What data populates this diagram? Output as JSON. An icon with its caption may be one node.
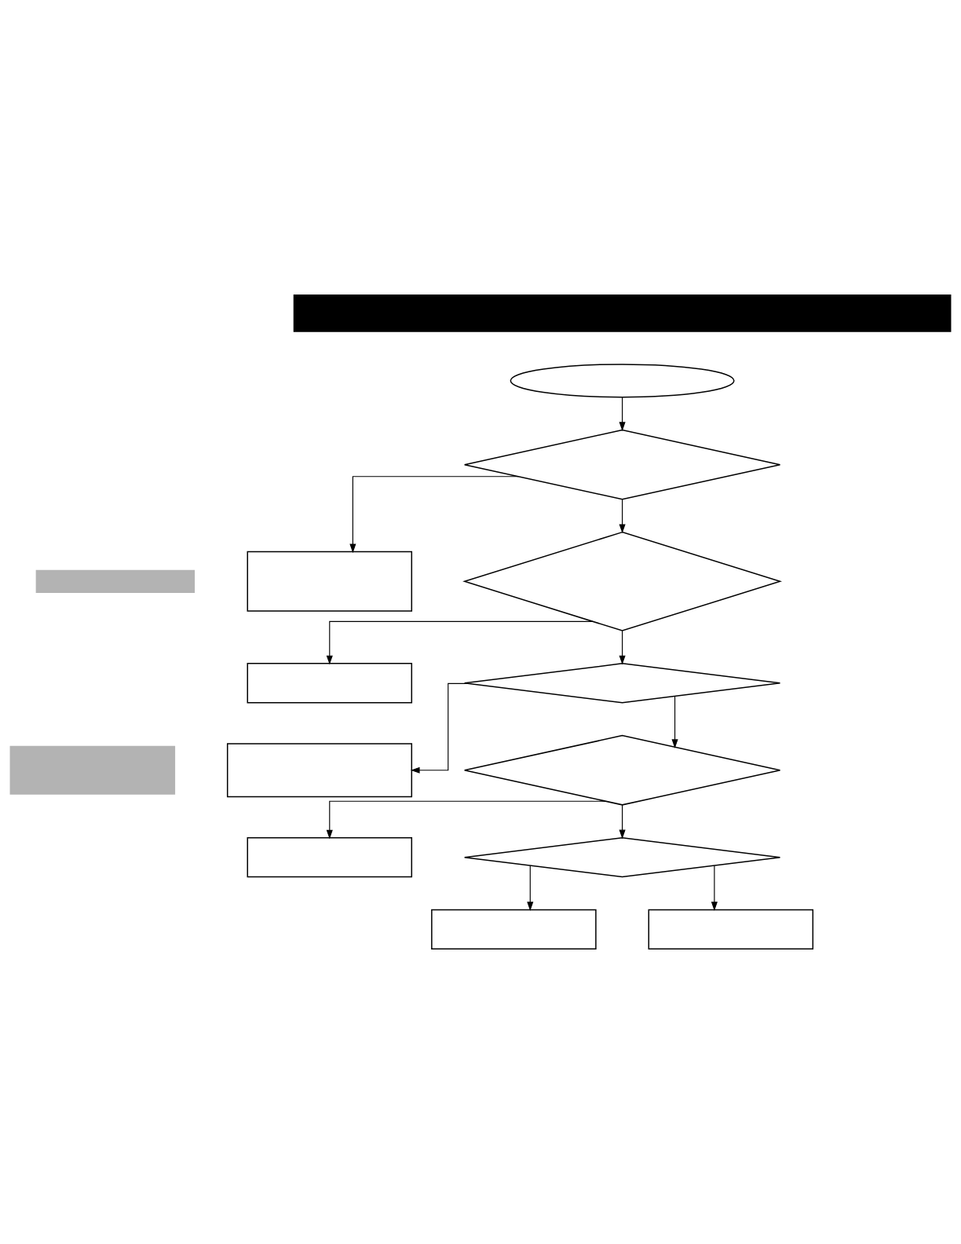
{
  "diagram": {
    "nodes": [
      {
        "text": [],
        "shape": "bar"
      },
      {
        "text": [],
        "shape": "oval"
      },
      {
        "text": [],
        "shape": "diamond"
      },
      {
        "text": [],
        "shape": "box"
      },
      {
        "text": [],
        "shape": "box"
      },
      {
        "text": [],
        "shape": "diamond"
      },
      {
        "text": [],
        "shape": "box"
      },
      {
        "text": [],
        "shape": "diamond"
      },
      {
        "text": [],
        "shape": "box"
      },
      {
        "text": [],
        "shape": "box"
      },
      {
        "text": [],
        "shape": "diamond"
      },
      {
        "text": [],
        "shape": "box"
      },
      {
        "text": [],
        "shape": "diamond"
      },
      {
        "text": [],
        "shape": "box"
      },
      {
        "text": [],
        "shape": "box"
      }
    ],
    "edges": [
      {
        "from": 1,
        "to": 2,
        "arrow": "to"
      },
      {
        "from": 2,
        "to": 4,
        "arrow": "to"
      },
      {
        "from": 2,
        "to": 5,
        "arrow": "to"
      },
      {
        "from": 5,
        "to": 6,
        "arrow": "to"
      },
      {
        "from": 5,
        "to": 7,
        "arrow": "to"
      },
      {
        "from": 7,
        "to": 9,
        "arrow": "to"
      },
      {
        "from": 7,
        "to": 10,
        "arrow": "to"
      },
      {
        "from": 10,
        "to": 11,
        "arrow": "to"
      },
      {
        "from": 10,
        "to": 12,
        "arrow": "to"
      },
      {
        "from": 12,
        "to": 13,
        "arrow": "to"
      },
      {
        "from": 12,
        "to": 14,
        "arrow": "to"
      }
    ]
  }
}
